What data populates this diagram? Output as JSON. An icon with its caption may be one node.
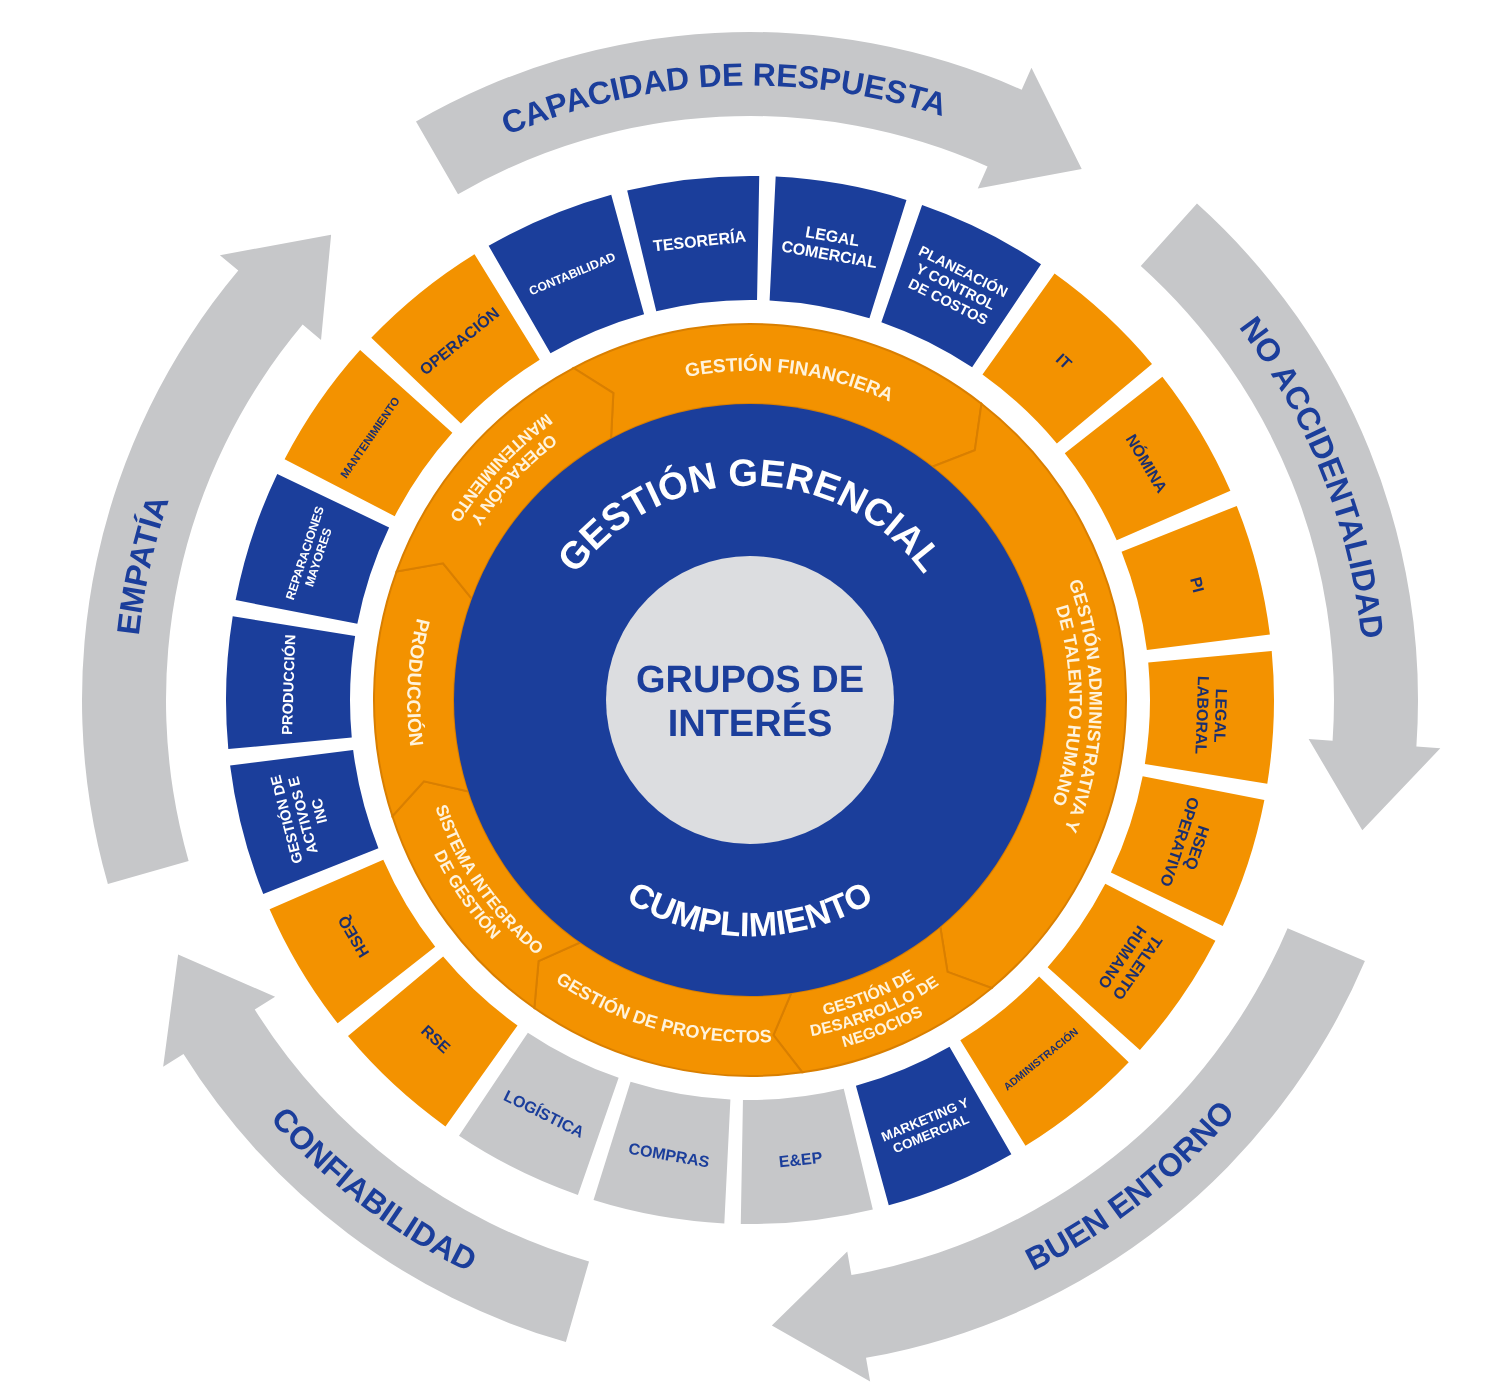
{
  "diagram": {
    "nodes": [
      {
        "text": [
          "CAPACIDAD DE RESPUESTA"
        ]
      },
      {
        "text": [
          "NO ACCIDENTALIDAD"
        ]
      },
      {
        "text": [
          "BUEN ENTORNO"
        ]
      },
      {
        "text": [
          "CONFIABILIDAD"
        ]
      },
      {
        "text": [
          "EMPATÍA"
        ]
      },
      {
        "text": [
          "OPERACIÓN"
        ]
      },
      {
        "text": [
          "CONTABILIDAD"
        ]
      },
      {
        "text": [
          "TESORERÍA"
        ]
      },
      {
        "text": [
          "LEGAL COMERCIAL"
        ]
      },
      {
        "text": [
          "PLANEACIÓN Y CONTROL DE COSTOS"
        ]
      },
      {
        "text": [
          "IT"
        ]
      },
      {
        "text": [
          "NÓMINA"
        ]
      },
      {
        "text": [
          "PI"
        ]
      },
      {
        "text": [
          "LEGAL LABORAL"
        ]
      },
      {
        "text": [
          "HSEQ OPERATIVO"
        ]
      },
      {
        "text": [
          "TALENTO HUMANO"
        ]
      },
      {
        "text": [
          "ADMINISTRACIÓN"
        ]
      },
      {
        "text": [
          "MARKETING Y COMERCIAL"
        ]
      },
      {
        "text": [
          "E&EP"
        ]
      },
      {
        "text": [
          "COMPRAS"
        ]
      },
      {
        "text": [
          "LOGÍSTICA"
        ]
      },
      {
        "text": [
          "RSE"
        ]
      },
      {
        "text": [
          "HSEQ"
        ]
      },
      {
        "text": [
          "GESTIÓN DE ACTIVOS E INC"
        ]
      },
      {
        "text": [
          "PRODUCCIÓN"
        ]
      },
      {
        "text": [
          "REPARACIONES MAYORES"
        ]
      },
      {
        "text": [
          "MANTENIMIENTO"
        ]
      },
      {
        "text": [
          "GESTIÓN FINANCIERA"
        ]
      },
      {
        "text": [
          "GESTIÓN ADMINISTRATIVA Y DE TALENTO HUMANO"
        ]
      },
      {
        "text": [
          "GESTIÓN DE DESARROLLO DE NEGOCIOS"
        ]
      },
      {
        "text": [
          "GESTIÓN DE PROYECTOS"
        ]
      },
      {
        "text": [
          "SISTEMA INTEGRADO DE GESTIÓN"
        ]
      },
      {
        "text": [
          "PRODUCCIÓN"
        ]
      },
      {
        "text": [
          "OPERACIÓN Y MANTENIMIENTO"
        ]
      },
      {
        "text": [
          "GESTIÓN GERENCIAL",
          "CUMPLIMIENTO"
        ]
      },
      {
        "text": [
          "GRUPOS DE INTERÉS"
        ],
        "in": 34
      }
    ]
  }
}
